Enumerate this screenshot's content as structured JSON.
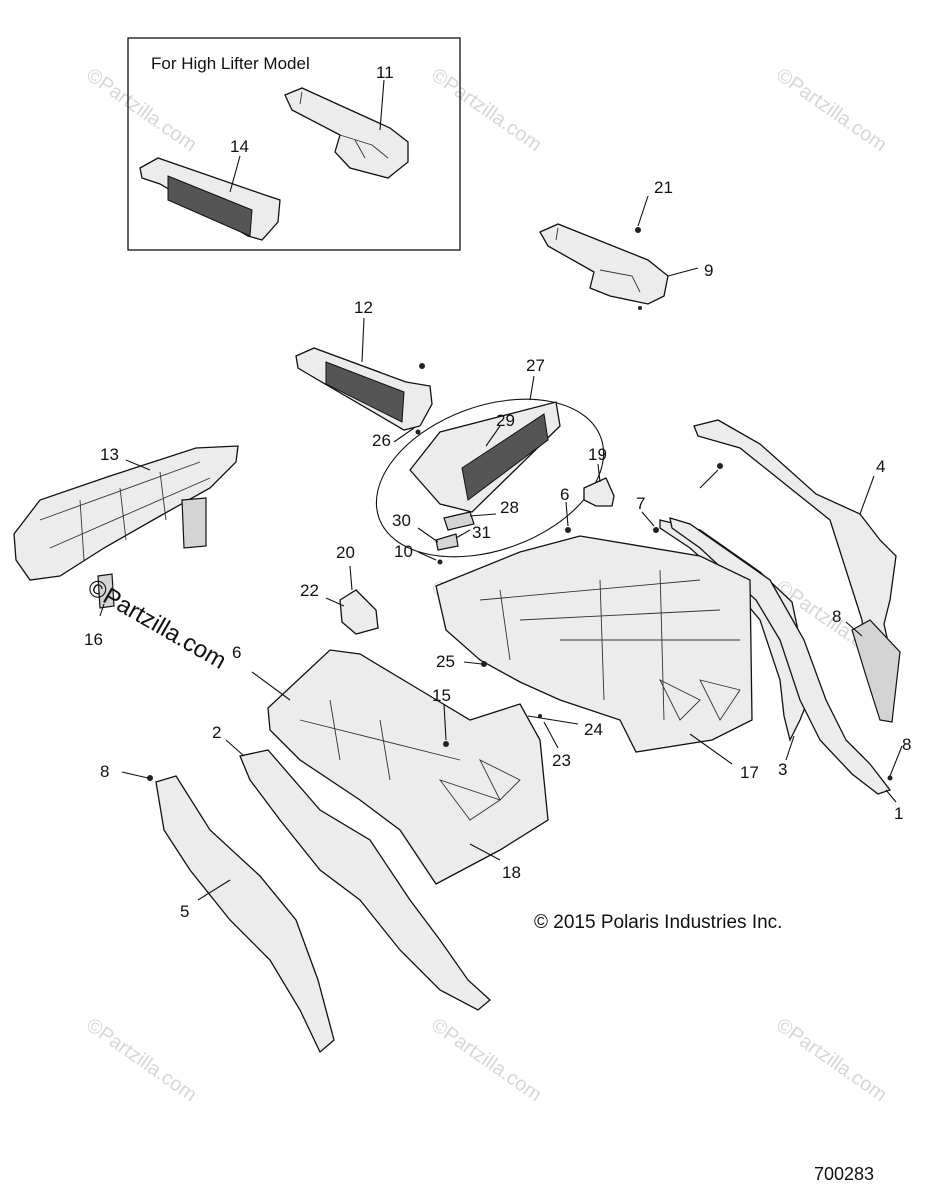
{
  "inset": {
    "title": "For High Lifter Model"
  },
  "watermark": {
    "text": "Partzilla.com",
    "symbol": "©"
  },
  "copyright": "© 2015 Polaris Industries Inc.",
  "diagram_id": "700283",
  "callouts": [
    "11",
    "14",
    "21",
    "9",
    "12",
    "27",
    "29",
    "26",
    "19",
    "6",
    "7",
    "4",
    "13",
    "28",
    "30",
    "31",
    "10",
    "20",
    "22",
    "16",
    "8",
    "6",
    "25",
    "15",
    "24",
    "23",
    "17",
    "3",
    "8",
    "2",
    "8",
    "18",
    "5",
    "1"
  ]
}
